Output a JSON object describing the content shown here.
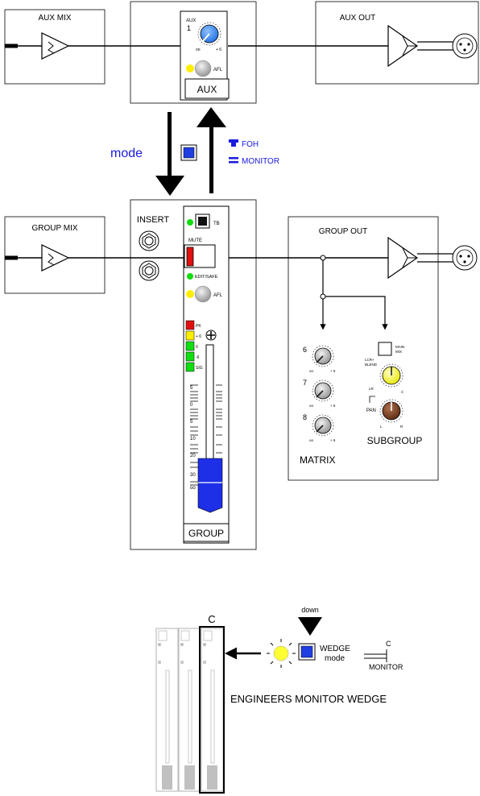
{
  "aux_section": {
    "mix_label": "AUX MIX",
    "module": {
      "aux_label": "AUX",
      "aux_knob_number": "1",
      "knob_min": "oo",
      "knob_max": "+ 6",
      "afl_label": "AFL",
      "button_label": "AUX"
    },
    "out_label": "AUX OUT"
  },
  "mode_control": {
    "mode_label": "mode",
    "legend": [
      "FOH",
      "MONITOR"
    ]
  },
  "group_section": {
    "mix_label": "GROUP MIX",
    "insert_label": "INSERT",
    "module": {
      "tb_label": "TB",
      "mute_label": "MUTE",
      "edit_safe_label": "EDIT/SAFE",
      "afl_label": "AFL",
      "meter_labels": [
        "PK",
        "+ 6",
        "0",
        "-6",
        "SIG"
      ],
      "fader_scale": [
        "5",
        "0",
        "5",
        "10",
        "20",
        "30",
        "oo"
      ],
      "button_label": "GROUP"
    },
    "out_label": "GROUP OUT",
    "matrix": {
      "knob_numbers": [
        "6",
        "7",
        "8"
      ],
      "knob_min": "oo",
      "knob_max": "+ 6",
      "label": "MATRIX"
    },
    "subgroup": {
      "main_mix_label": [
        "MAIN",
        "MIX"
      ],
      "lcr_blend_label": [
        "LCR+",
        "BLEND"
      ],
      "blend_marks": [
        "LR",
        "C"
      ],
      "pan_label": "PAN",
      "pan_marks": [
        "L",
        "R"
      ],
      "label": "SUBGROUP"
    }
  },
  "wedge_section": {
    "channel_label": "C",
    "down_label": "down",
    "wedge_mode_label": [
      "WEDGE",
      "mode"
    ],
    "switch_c_label": "C",
    "switch_monitor_label": "MONITOR",
    "title": "ENGINEERS MONITOR WEDGE"
  },
  "colors": {
    "button_blue": "#1f3fe0",
    "mode_text_blue": "#1a1ae0",
    "knob_blue": "#1e6fe0",
    "knob_yellow": "#ffff22",
    "knob_brown": "#6b3a1e",
    "mute_red": "#e01010",
    "led_green": "#11dd11",
    "led_yellow": "#ffee00",
    "fader_blue": "#1e2fe8"
  }
}
